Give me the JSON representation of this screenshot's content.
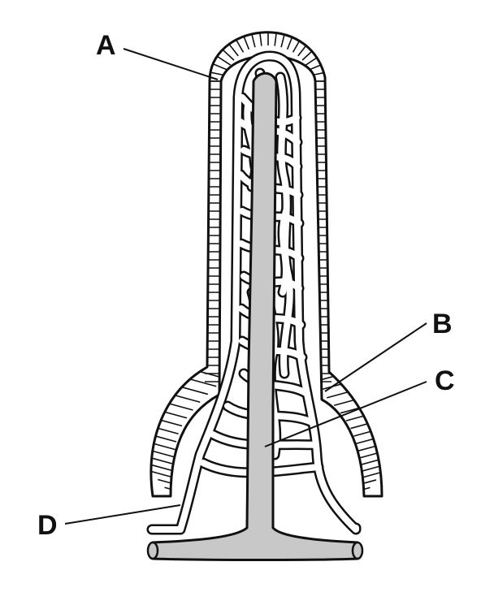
{
  "labels": {
    "a": "A",
    "b": "B",
    "c": "C",
    "d": "D"
  },
  "colors": {
    "outline": "#111111",
    "lacteal_fill": "#c8c8c8",
    "background": "#ffffff"
  }
}
